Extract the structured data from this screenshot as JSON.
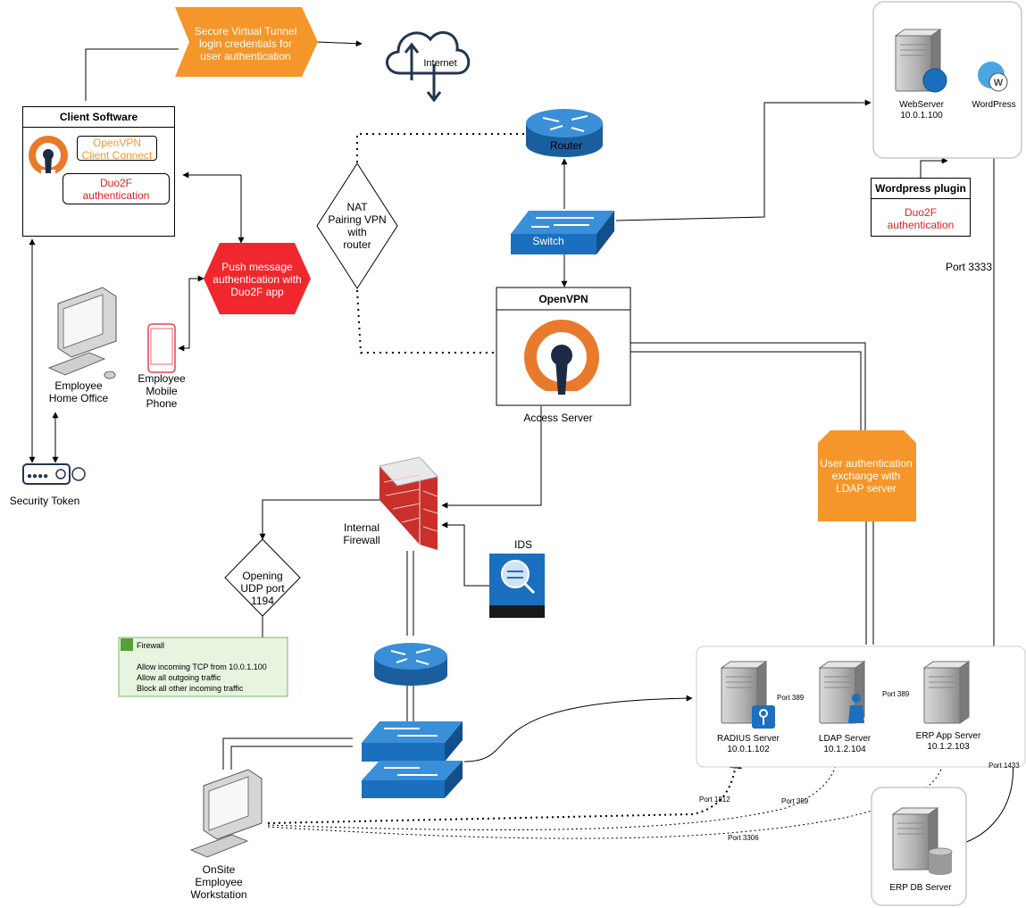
{
  "tunnel_banner": {
    "line1": "Secure Virtual Tunnel",
    "line2": "login credentials for",
    "line3": "user authentication"
  },
  "internet_label": "Internet",
  "client_software": {
    "title": "Client Software",
    "openvpn_line1": "OpenVPN",
    "openvpn_line2": "Client Connect",
    "duo_line1": "Duo2F",
    "duo_line2": "authentication"
  },
  "push_message": {
    "line1": "Push message",
    "line2": "authentication with",
    "line3": "Duo2F app"
  },
  "employee_home": {
    "line1": "Employee",
    "line2": "Home Office"
  },
  "employee_mobile": {
    "line1": "Employee",
    "line2": "Mobile",
    "line3": "Phone"
  },
  "security_token": "Security Token",
  "nat_diamond": {
    "line1": "NAT",
    "line2": "Pairing VPN",
    "line3": "with",
    "line4": "router"
  },
  "router_label": "Router",
  "switch_label": "Switch",
  "openvpn_panel": {
    "title": "OpenVPN",
    "caption": "Access Server"
  },
  "webserver": {
    "line1": "WebServer",
    "line2": "10.0.1.100"
  },
  "wordpress": "WordPress",
  "wp_plugin": {
    "title": "Wordpress plugin",
    "line1": "Duo2F",
    "line2": "authentication"
  },
  "port_3333": "Port 3333",
  "ldap_exchange": {
    "line1": "User authentication",
    "line2": "exchange with",
    "line3": "LDAP server"
  },
  "internal_firewall": {
    "line1": "Internal",
    "line2": "Firewall"
  },
  "ids_label": "IDS",
  "udp_diamond": {
    "line1": "Opening",
    "line2": "UDP port",
    "line3": "1194"
  },
  "firewall_rules": {
    "title": "Firewall",
    "rules": [
      "Allow incoming TCP from 10.0.1.100",
      "Allow all outgoing traffic",
      "Block all other incoming traffic"
    ]
  },
  "radius": {
    "line1": "RADIUS Server",
    "line2": "10.0.1.102"
  },
  "ldap": {
    "line1": "LDAP Server",
    "line2": "10.1.2.104"
  },
  "erp_app": {
    "line1": "ERP App Server",
    "line2": "10.1.2.103"
  },
  "erp_db": "ERP DB Server",
  "ports": {
    "p389_radius_ldap": "Port 389",
    "p389_erp_ldap": "Port 389",
    "p1433": "Port 1433",
    "p1812": "Port 1812",
    "p389_ws": "Port 389",
    "p3306": "Port 3306"
  },
  "onsite": {
    "line1": "OnSite",
    "line2": "Employee",
    "line3": "Workstation"
  },
  "colors": {
    "orange": "#f5962a",
    "red": "#f0282d",
    "text_red": "#e02020",
    "blue": "#1f6fbf",
    "brick": "#c9302c",
    "fw_green": "#e6f4e0"
  }
}
